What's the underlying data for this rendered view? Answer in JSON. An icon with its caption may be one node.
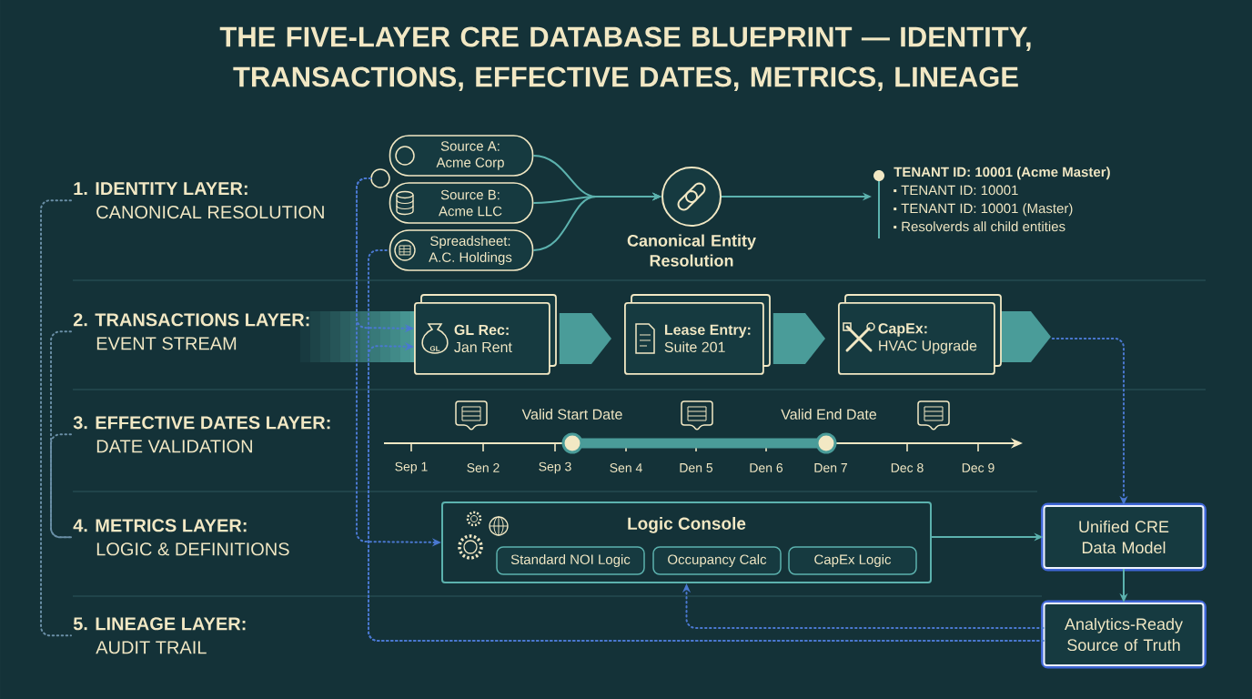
{
  "diagram": {
    "title": "THE FIVE-LAYER CRE DATABASE BLUEPRINT — IDENTITY, TRANSACTIONS, EFFECTIVE DATES, METRICS, LINEAGE",
    "nodes": [
      {
        "text": [
          "1. IDENTITY LAYER:",
          "CANONICAL RESOLUTION"
        ]
      },
      {
        "text": [
          "2. TRANSACTIONS LAYER:",
          "EVENT STREAM"
        ]
      },
      {
        "text": [
          "3. EFFECTIVE DATES LAYER:",
          "DATE VALIDATION"
        ]
      },
      {
        "text": [
          "4. METRICS LAYER:",
          "LOGIC & DEFINITIONS"
        ]
      },
      {
        "text": [
          "5. LINEAGE LAYER:",
          "AUDIT TRAIL"
        ]
      },
      {
        "text": [
          "Source A: Acme Corp"
        ]
      },
      {
        "text": [
          "Source B: Acme LLC"
        ]
      },
      {
        "text": [
          "Spreadsheet: A.C. Holdings"
        ]
      },
      {
        "text": [],
        "shape": "circle"
      },
      {
        "text": [
          "Canonical Entity Resolution"
        ]
      },
      {
        "text": [
          "TENANT ID: 10001 (Acme Master)",
          "TENANT ID: 10001",
          "TENANT ID: 10001 (Master)",
          "Resolverds all child entities"
        ]
      },
      {
        "text": [
          "GL Rec:",
          "Jan Rent"
        ]
      },
      {
        "text": [
          "Lease Entry:",
          "Suite 201"
        ]
      },
      {
        "text": [
          "CapEx:",
          "HVAC Upgrade"
        ]
      },
      {
        "text": [
          "Logic Console"
        ]
      },
      {
        "text": [
          "Standard NOI Logic"
        ],
        "in": 14
      },
      {
        "text": [
          "Occupancy Calc"
        ],
        "in": 14
      },
      {
        "text": [
          "CapEx Logic"
        ],
        "in": 14
      },
      {
        "text": [
          "Unified CRE Data Model"
        ]
      },
      {
        "text": [
          "Analytics-Ready Source of Truth"
        ]
      }
    ],
    "edges": [
      {
        "from": 5,
        "to": 9,
        "arrow": "to"
      },
      {
        "from": 6,
        "to": 9,
        "arrow": "to"
      },
      {
        "from": 7,
        "to": 9,
        "arrow": "to"
      },
      {
        "from": 9,
        "to": 10,
        "arrow": "to"
      },
      {
        "from": 11,
        "to": 12,
        "arrow": "to"
      },
      {
        "from": 12,
        "to": 13,
        "arrow": "to"
      },
      {
        "from": 13,
        "to": 18,
        "arrow": "to",
        "style": "dashed",
        "color": "#4a78d0"
      },
      {
        "from": 14,
        "to": 18,
        "arrow": "to"
      },
      {
        "from": 18,
        "to": 19,
        "arrow": "to"
      },
      {
        "from": 19,
        "to": 14,
        "arrow": "to",
        "style": "dashed",
        "color": "#4a78d0"
      },
      {
        "from": 19,
        "to": 11,
        "arrow": "to",
        "style": "dashed",
        "color": "#4a78d0"
      },
      {
        "from": 8,
        "to": 14,
        "arrow": "to",
        "style": "dashed",
        "color": "#4a78d0"
      },
      {
        "from": 8,
        "to": 11,
        "arrow": "to",
        "style": "dashed",
        "color": "#4a78d0"
      },
      {
        "from": 19,
        "to": 7,
        "arrow": "none",
        "style": "dashed",
        "color": "#4a78d0"
      },
      {
        "from": 0,
        "to": 4,
        "arrow": "none",
        "style": "dashed",
        "color": "#6a8fa6"
      },
      {
        "from": 1,
        "to": 3,
        "arrow": "none",
        "style": "dashed",
        "color": "#6a8fa6"
      },
      {
        "from": 2,
        "to": 3,
        "arrow": "none",
        "style": "dashed",
        "color": "#6a8fa6"
      }
    ],
    "labels": [
      "GL",
      "Valid Start Date",
      "Valid End Date",
      "Sep 1",
      "Sen 2",
      "Sep 3",
      "Sen 4",
      "Den 5",
      "Den 6",
      "Den 7",
      "Dec 8",
      "Dec 9"
    ]
  }
}
